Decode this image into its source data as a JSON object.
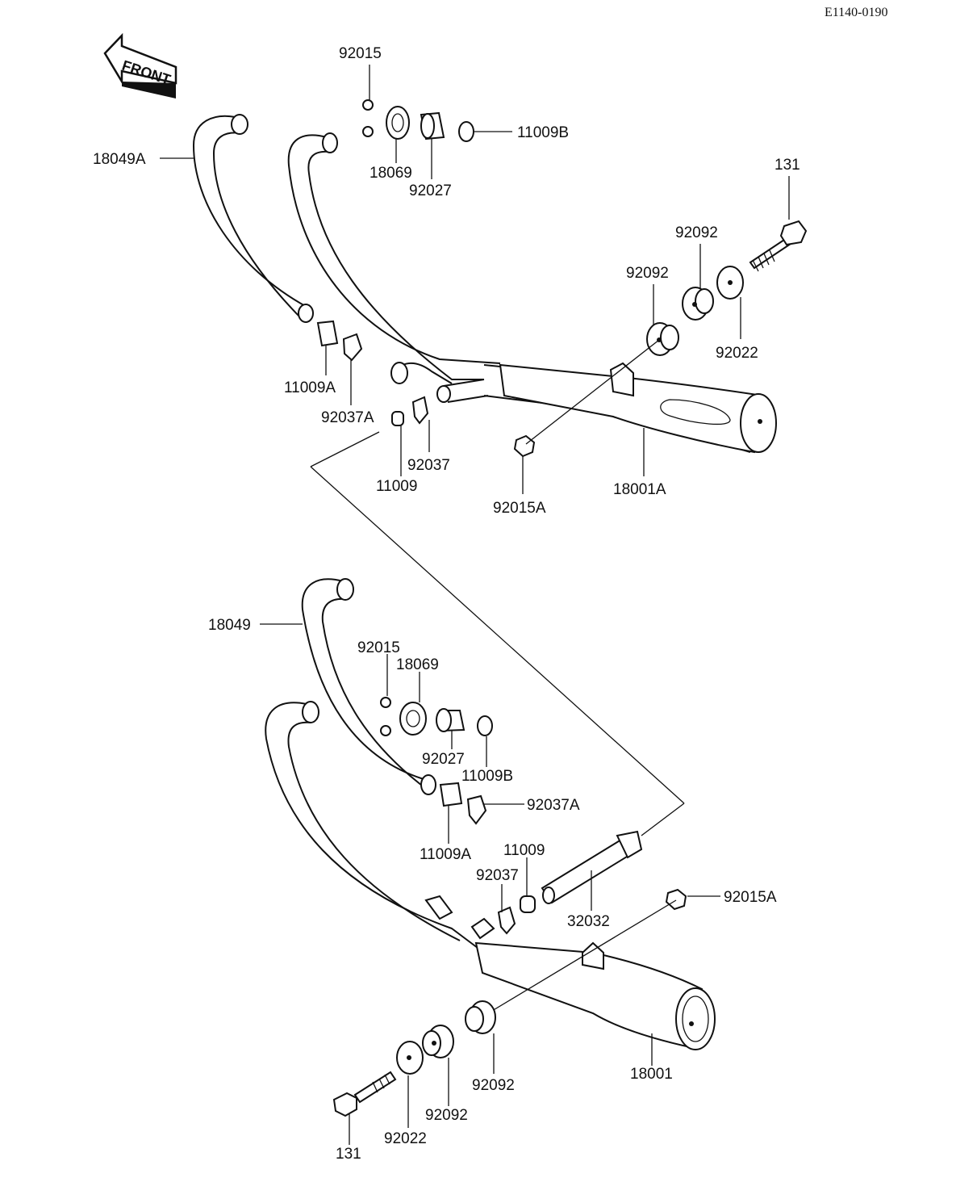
{
  "diagram_code": "E1140-0190",
  "front_label": "FRONT",
  "upper": {
    "labels": {
      "p92015": "92015",
      "p18069": "18069",
      "p92027": "92027",
      "p11009B": "11009B",
      "p18049A": "18049A",
      "p131": "131",
      "p92092a": "92092",
      "p92092b": "92092",
      "p92022": "92022",
      "p11009A": "11009A",
      "p92037A": "92037A",
      "p92037": "92037",
      "p11009": "11009",
      "p92015A": "92015A",
      "p18001A": "18001A"
    }
  },
  "lower": {
    "labels": {
      "p18049": "18049",
      "p92015": "92015",
      "p18069": "18069",
      "p92027": "92027",
      "p11009B": "11009B",
      "p92037A": "92037A",
      "p11009A": "11009A",
      "p11009": "11009",
      "p92037": "92037",
      "p32032": "32032",
      "p92015A": "92015A",
      "p18001": "18001",
      "p92092a": "92092",
      "p92092b": "92092",
      "p92022": "92022",
      "p131": "131"
    }
  },
  "colors": {
    "ink": "#111111",
    "paper": "#ffffff"
  }
}
